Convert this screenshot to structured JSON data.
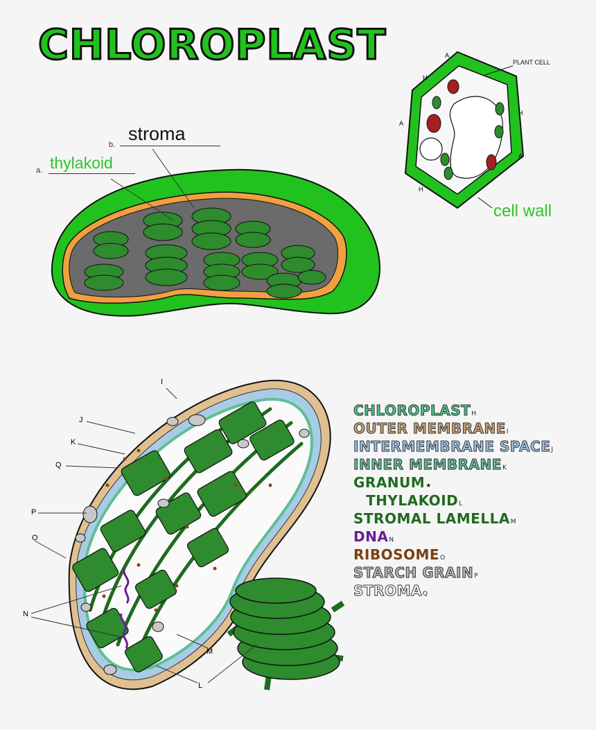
{
  "title": "CHLOROPLAST",
  "top_labels": {
    "a_letter": "a.",
    "a_text": "thylakoid",
    "b_letter": "b.",
    "b_text": "stroma"
  },
  "plant_cell": {
    "heading": "PLANT CELL",
    "cell_wall_label": "cell wall",
    "letters": [
      "A",
      "H",
      "A",
      "H",
      "A",
      "H"
    ]
  },
  "diagram_letters": [
    "I",
    "J",
    "K",
    "Q",
    "P",
    "O",
    "N",
    "M",
    "L"
  ],
  "key": [
    {
      "text": "CHLOROPLAST",
      "sub": "H",
      "color": "#4fc38a",
      "outlined": true
    },
    {
      "text": "OUTER MEMBRANE",
      "sub": "I",
      "color": "#c8a070",
      "outlined": true
    },
    {
      "text": "INTERMEMBRANE SPACE",
      "sub": "J",
      "color": "#9cc0e8",
      "outlined": true
    },
    {
      "text": "INNER MEMBRANE",
      "sub": "K",
      "color": "#5cbf95",
      "outlined": true
    },
    {
      "text": "GRANUM",
      "sub": "★",
      "color": "#1f6b1f",
      "outlined": false
    },
    {
      "text": "THYLAKOID",
      "sub": "L",
      "color": "#1f6b1f",
      "outlined": false
    },
    {
      "text": "STROMAL LAMELLA",
      "sub": "M",
      "color": "#1f6b1f",
      "outlined": false
    },
    {
      "text": "DNA",
      "sub": "N",
      "color": "#6a1b9a",
      "outlined": false
    },
    {
      "text": "RIBOSOME",
      "sub": "O",
      "color": "#7a4012",
      "outlined": false
    },
    {
      "text": "STARCH GRAIN",
      "sub": "P",
      "color": "#b8b8b8",
      "outlined": true
    },
    {
      "text": "STROMA",
      "sub": "Q",
      "color": "#ffffff",
      "outlined": true
    }
  ],
  "colors": {
    "bright_green": "#22c21e",
    "granum_green": "#2e8b2e",
    "dark_green": "#1f6b1f",
    "outer_membrane": "#e0c090",
    "intermembrane": "#a9cce6",
    "inner_membrane": "#5cbf95",
    "orange_membrane": "#f0a040",
    "stroma_gray": "#6b6b6b",
    "starch": "#c8c8c8",
    "ribosome": "#8b4513",
    "dna": "#6a1b9a",
    "red_organelle": "#a52020"
  }
}
